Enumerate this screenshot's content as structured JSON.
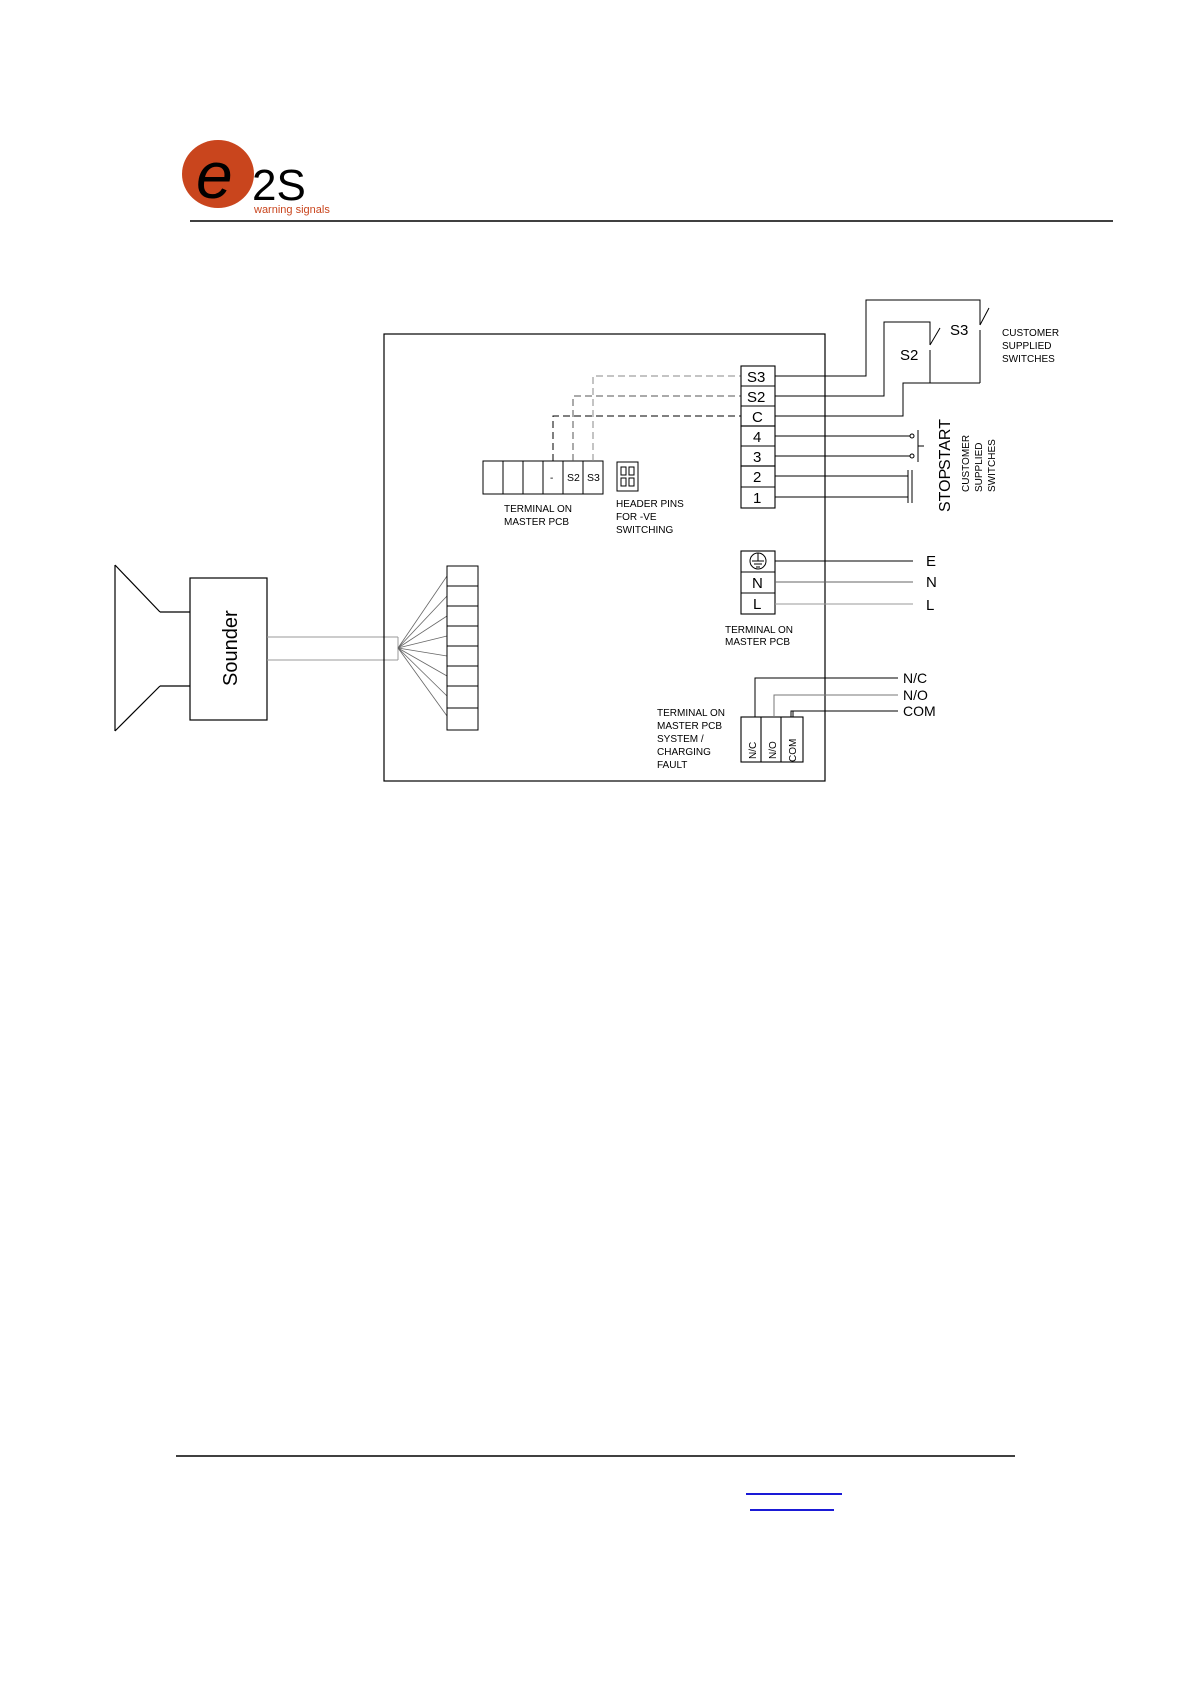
{
  "logo": {
    "mark": "e",
    "brand": "2S",
    "tagline": "warning signals",
    "color": "#c9451d"
  },
  "diagram": {
    "sounder_label": "Sounder",
    "control_terminals": [
      "S3",
      "S2",
      "C",
      "4",
      "3",
      "2",
      "1"
    ],
    "customer_switch_labels": [
      "S3",
      "S2"
    ],
    "customer_switches_text": [
      "CUSTOMER",
      "SUPPLIED",
      "SWITCHES"
    ],
    "stop_label": "STOP",
    "start_label": "START",
    "stopstart_switches_text": [
      "CUSTOMER",
      "SUPPLIED",
      "SWITCHES"
    ],
    "master_terminal": {
      "cells": [
        "",
        "",
        "",
        "-",
        "S2",
        "S3"
      ],
      "caption": [
        "TERMINAL ON",
        "MASTER PCB"
      ]
    },
    "header_pins_caption": [
      "HEADER PINS",
      "FOR -VE",
      "SWITCHING"
    ],
    "power_terminal": {
      "cells": [
        "N",
        "L"
      ],
      "earth_icon": "earth-ground-icon",
      "outputs": [
        "E",
        "N",
        "L"
      ],
      "caption": [
        "TERMINAL ON",
        "MASTER PCB"
      ]
    },
    "fault_terminal": {
      "cells": [
        "N/C",
        "N/O",
        "COM"
      ],
      "outputs": [
        "N/C",
        "N/O",
        "COM"
      ],
      "caption": [
        "TERMINAL ON",
        "MASTER PCB",
        "SYSTEM /",
        "CHARGING",
        "FAULT"
      ]
    }
  }
}
